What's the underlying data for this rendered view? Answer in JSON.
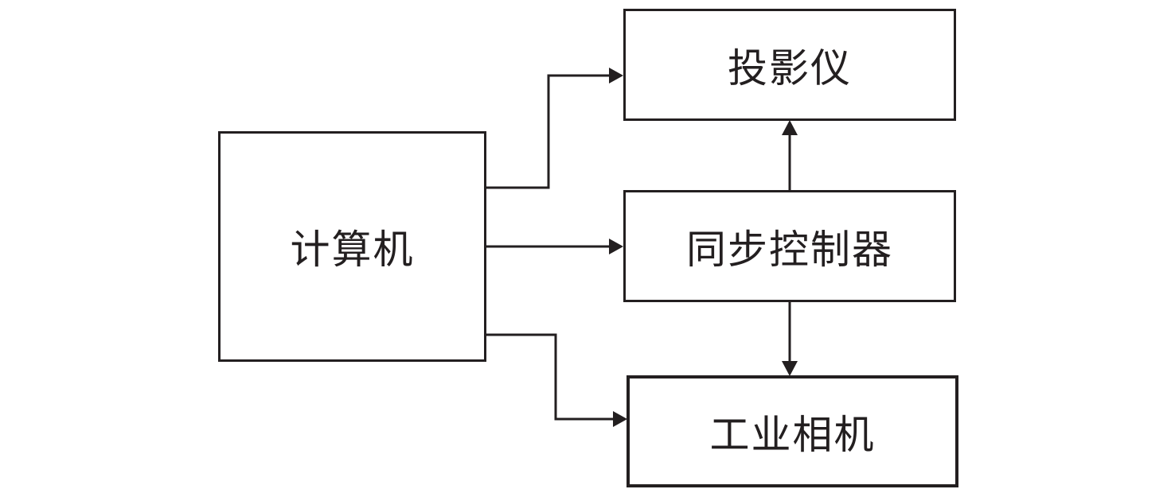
{
  "diagram": {
    "nodes": {
      "computer": {
        "label": "计算机"
      },
      "projector": {
        "label": "投影仪"
      },
      "sync_controller": {
        "label": "同步控制器"
      },
      "camera": {
        "label": "工业相机"
      }
    },
    "edges": [
      {
        "from": "computer",
        "to": "projector"
      },
      {
        "from": "computer",
        "to": "sync_controller"
      },
      {
        "from": "computer",
        "to": "camera"
      },
      {
        "from": "sync_controller",
        "to": "projector"
      },
      {
        "from": "sync_controller",
        "to": "camera"
      }
    ],
    "colors": {
      "stroke": "#231f20",
      "background": "#ffffff"
    }
  }
}
